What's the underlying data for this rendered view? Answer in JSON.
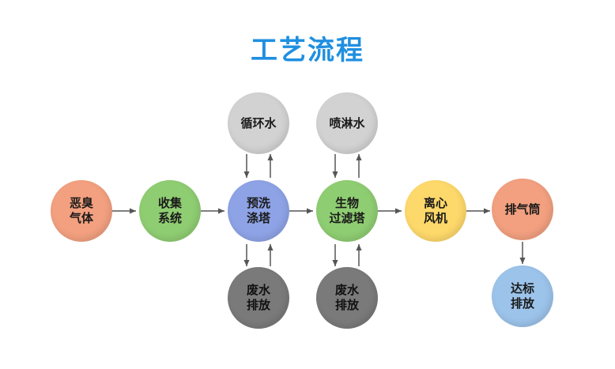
{
  "title": "工艺流程",
  "nodes": {
    "odor_gas": {
      "label": "恶臭\n气体",
      "color": "#f2a07f"
    },
    "collection": {
      "label": "收集\n系统",
      "color": "#8fcd72"
    },
    "prewash": {
      "label": "预洗\n涤塔",
      "color": "#8ea3e6"
    },
    "biofilter": {
      "label": "生物\n过滤塔",
      "color": "#8fcd72"
    },
    "fan": {
      "label": "离心\n风机",
      "color": "#fdd86a"
    },
    "stack": {
      "label": "排气筒",
      "color": "#f2a07f"
    },
    "circulating_water": {
      "label": "循环水",
      "color": "#d2d2d2"
    },
    "spray_water": {
      "label": "喷淋水",
      "color": "#d2d2d2"
    },
    "wastewater_1": {
      "label": "废水\n排放",
      "color": "#7a7a7a"
    },
    "wastewater_2": {
      "label": "废水\n排放",
      "color": "#7a7a7a"
    },
    "compliant": {
      "label": "达标\n排放",
      "color": "#9cc3ea"
    }
  },
  "arrow_color": "#555555"
}
